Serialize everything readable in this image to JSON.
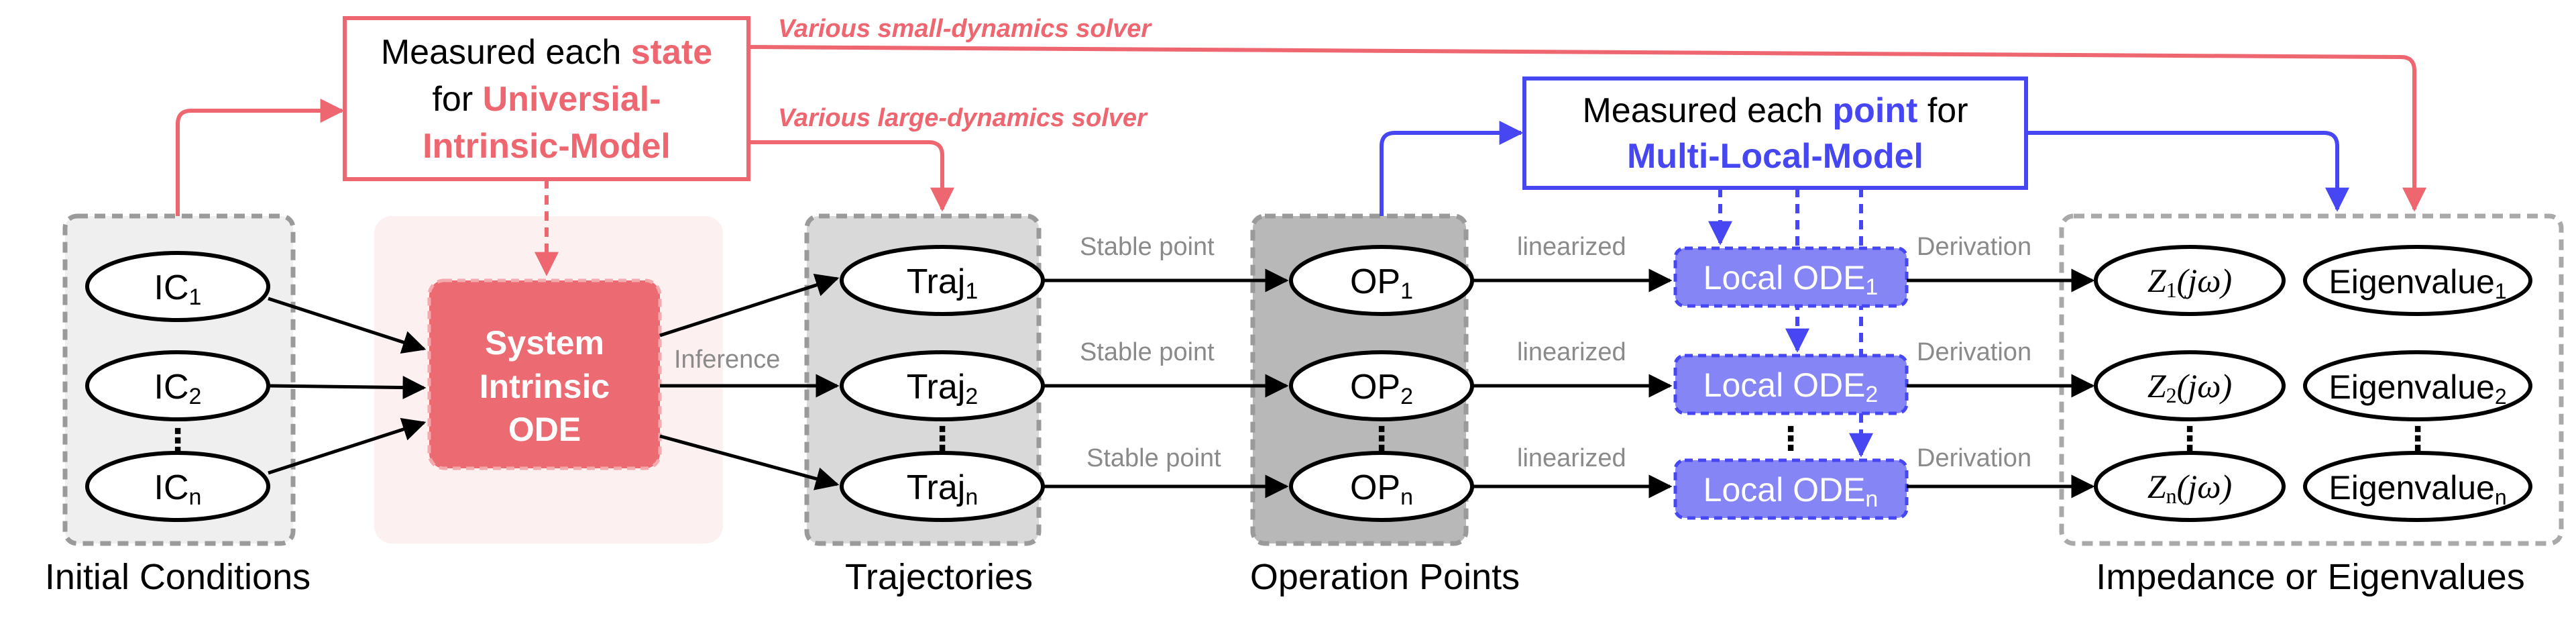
{
  "colors": {
    "red": "#ee6670",
    "red_fill": "#ec6b72",
    "blue": "#4646f2",
    "blue_fill": "#8585f5",
    "gray_text": "#8a8a8a",
    "dark": "#000000"
  },
  "top": {
    "red_box": {
      "line1": "Measured each ",
      "line1_bold": "state",
      "line2": "for ",
      "line2_bold": "Universial-",
      "line3_bold": "Intrinsic-Model"
    },
    "blue_box": {
      "line1": "Measured each ",
      "line1_bold": "point",
      "line1_end": " for",
      "line2_bold": "Multi-Local-Model"
    },
    "small_solver": "Various small-dynamics solver",
    "large_solver": "Various large-dynamics solver"
  },
  "initial_conditions": {
    "label": "Initial Conditions",
    "items": [
      {
        "base": "IC",
        "sub": "1"
      },
      {
        "base": "IC",
        "sub": "2"
      },
      {
        "base": "IC",
        "sub": "n"
      }
    ],
    "dots": "⋮"
  },
  "system": {
    "line1": "System",
    "line2": "Intrinsic",
    "line3": "ODE",
    "inference": "Inference"
  },
  "trajectories": {
    "label": "Trajectories",
    "items": [
      {
        "base": "Traj",
        "sub": "1"
      },
      {
        "base": "Traj",
        "sub": "2"
      },
      {
        "base": "Traj",
        "sub": "n"
      }
    ],
    "dots": "⋮",
    "edge_label": "Stable point"
  },
  "operation_points": {
    "label": "Operation Points",
    "items": [
      {
        "base": "OP",
        "sub": "1"
      },
      {
        "base": "OP",
        "sub": "2"
      },
      {
        "base": "OP",
        "sub": "n"
      }
    ],
    "dots": "⋮",
    "edge_label": "linearized"
  },
  "local_odes": {
    "items": [
      {
        "base": "Local ODE",
        "sub": "1"
      },
      {
        "base": "Local ODE",
        "sub": "2"
      },
      {
        "base": "Local ODE",
        "sub": "n"
      }
    ],
    "dots": "⋮",
    "edge_label": "Derivation"
  },
  "impedance": {
    "label": "Impedance or Eigenvalues",
    "z_items": [
      {
        "base": "Z",
        "sub": "1",
        "arg": "(jω)"
      },
      {
        "base": "Z",
        "sub": "2",
        "arg": "(jω)"
      },
      {
        "base": "Z",
        "sub": "n",
        "arg": "(jω)"
      }
    ],
    "eig_items": [
      {
        "base": "Eigenvalue",
        "sub": "1"
      },
      {
        "base": "Eigenvalue",
        "sub": "2"
      },
      {
        "base": "Eigenvalue",
        "sub": "n"
      }
    ],
    "dots": "⋮"
  }
}
